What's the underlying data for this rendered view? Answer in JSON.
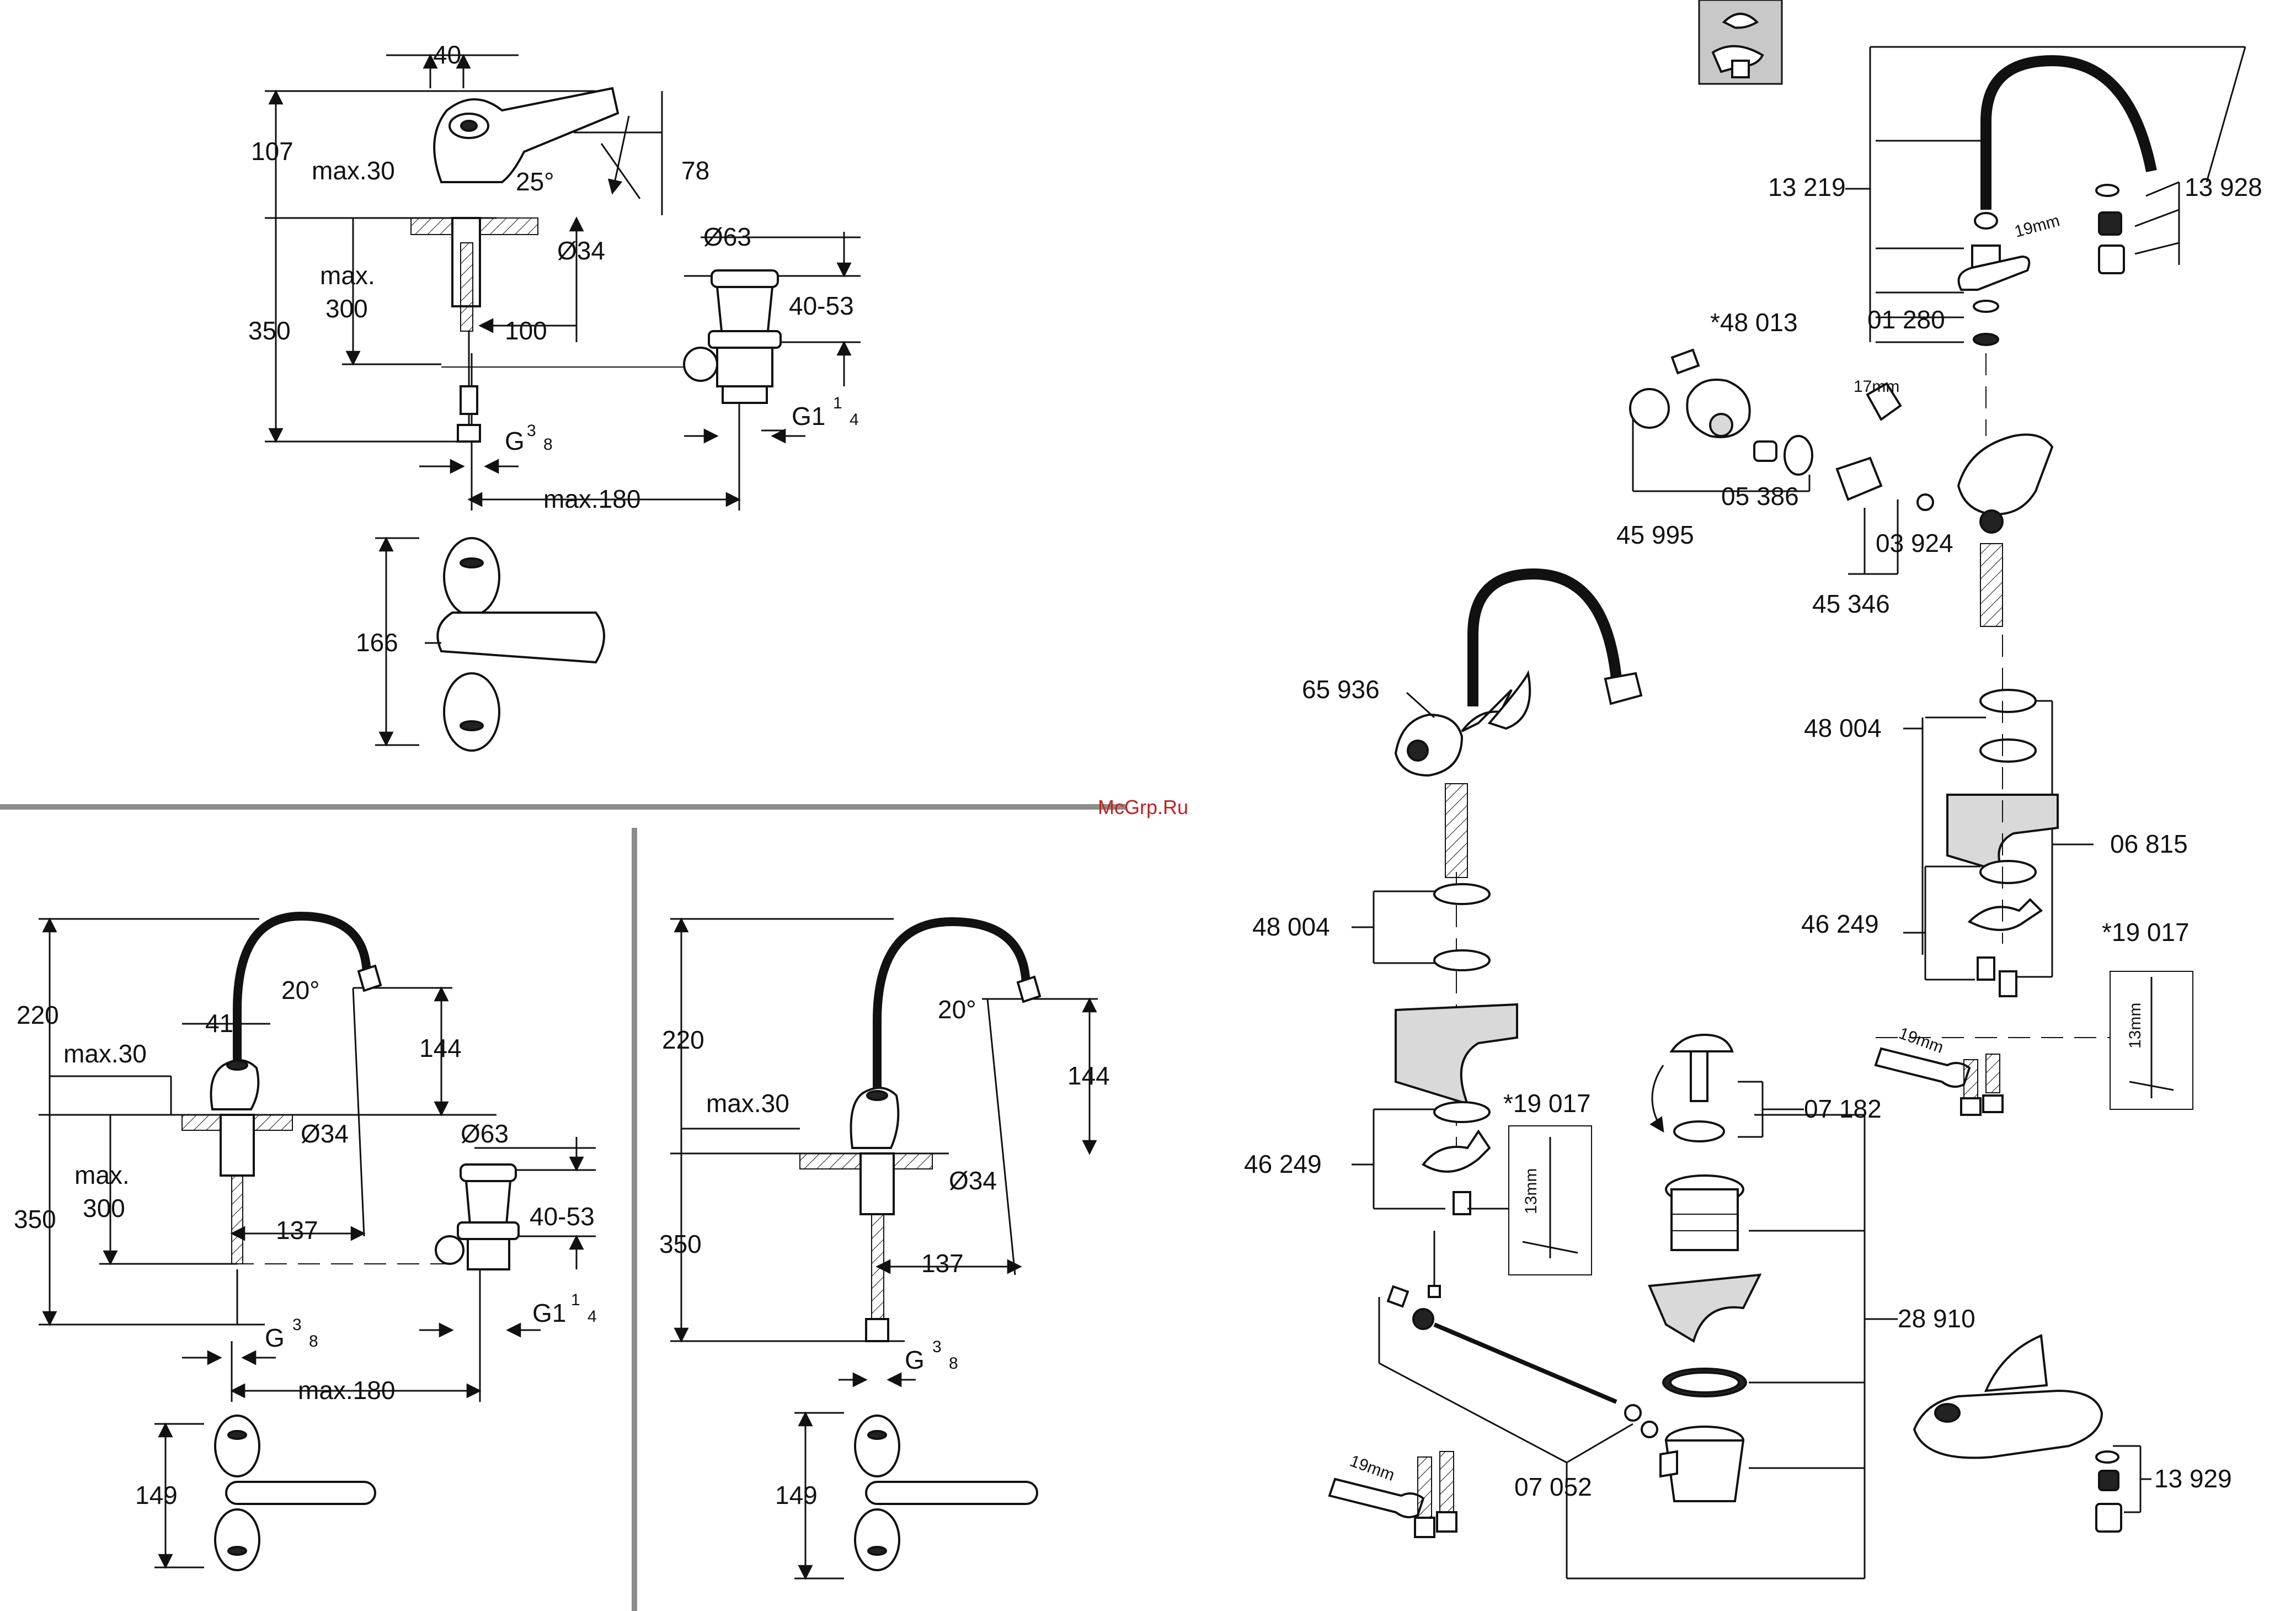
{
  "watermark": "McGrp.Ru",
  "icon": "faucet-type-icon",
  "section_top_left": {
    "dims": {
      "d40": "40",
      "d107": "107",
      "max30": "max.30",
      "d25": "25°",
      "d78": "78",
      "d34": "Ø34",
      "d63": "Ø63",
      "max": "max.",
      "d300": "300",
      "d350": "350",
      "d100": "100",
      "d4053": "40-53",
      "g114": "G1",
      "g114_sup": "1",
      "g114_sub": "4",
      "g38": "G",
      "g38_sup": "3",
      "g38_sub": "8",
      "max180": "max.180",
      "d166": "166"
    }
  },
  "section_bottom_left": {
    "dims": {
      "d220": "220",
      "d41": "41",
      "d20": "20°",
      "d144": "144",
      "max30": "max.30",
      "d34": "Ø34",
      "d63": "Ø63",
      "max": "max.",
      "d300": "300",
      "d350": "350",
      "d137": "137",
      "d4053": "40-53",
      "g114": "G1",
      "g114_sup": "1",
      "g114_sub": "4",
      "g38": "G",
      "g38_sup": "3",
      "g38_sub": "8",
      "max180": "max.180",
      "d149": "149"
    }
  },
  "section_bottom_middle": {
    "dims": {
      "d220": "220",
      "d20": "20°",
      "d144": "144",
      "max30": "max.30",
      "d34": "Ø34",
      "d350": "350",
      "d137": "137",
      "g38": "G",
      "g38_sup": "3",
      "g38_sub": "8",
      "d149": "149"
    }
  },
  "exploded_top": {
    "parts": [
      "13 219",
      "13 928",
      "01 280",
      "*48 013",
      "05 386",
      "45 995",
      "03 924",
      "45 346"
    ],
    "tool_sizes": [
      "19mm",
      "17mm"
    ]
  },
  "exploded_middle_left": {
    "parts": [
      "65 936",
      "48 004",
      "46 249",
      "*19 017"
    ],
    "tool_sizes": [
      "13mm"
    ]
  },
  "exploded_middle_right": {
    "parts": [
      "48 004",
      "06 815",
      "46 249",
      "*19 017"
    ],
    "tool_sizes": [
      "13mm",
      "19mm"
    ]
  },
  "exploded_bottom": {
    "parts": [
      "07 182",
      "28 910",
      "07 052",
      "13 929"
    ],
    "tool_sizes": [
      "19mm"
    ]
  }
}
